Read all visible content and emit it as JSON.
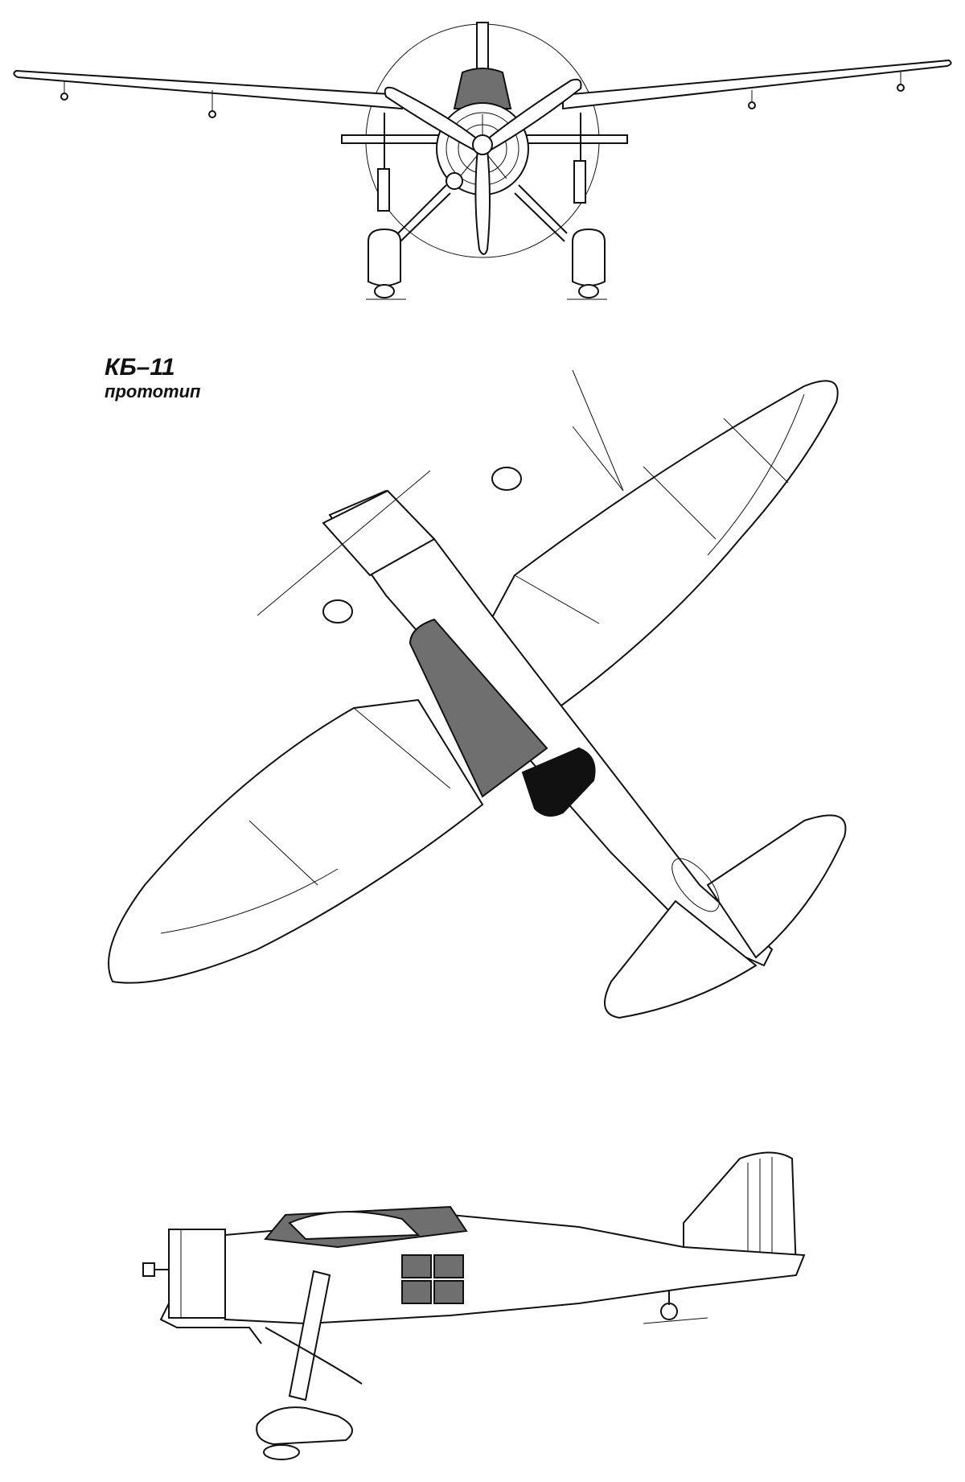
{
  "title": {
    "designation": "КБ–11",
    "subtitle": "прототип"
  },
  "views": [
    {
      "name": "front-view"
    },
    {
      "name": "top-view"
    },
    {
      "name": "side-view"
    }
  ],
  "colors": {
    "line": "#111111",
    "glazing": "#6f6f6f",
    "background": "#ffffff"
  }
}
